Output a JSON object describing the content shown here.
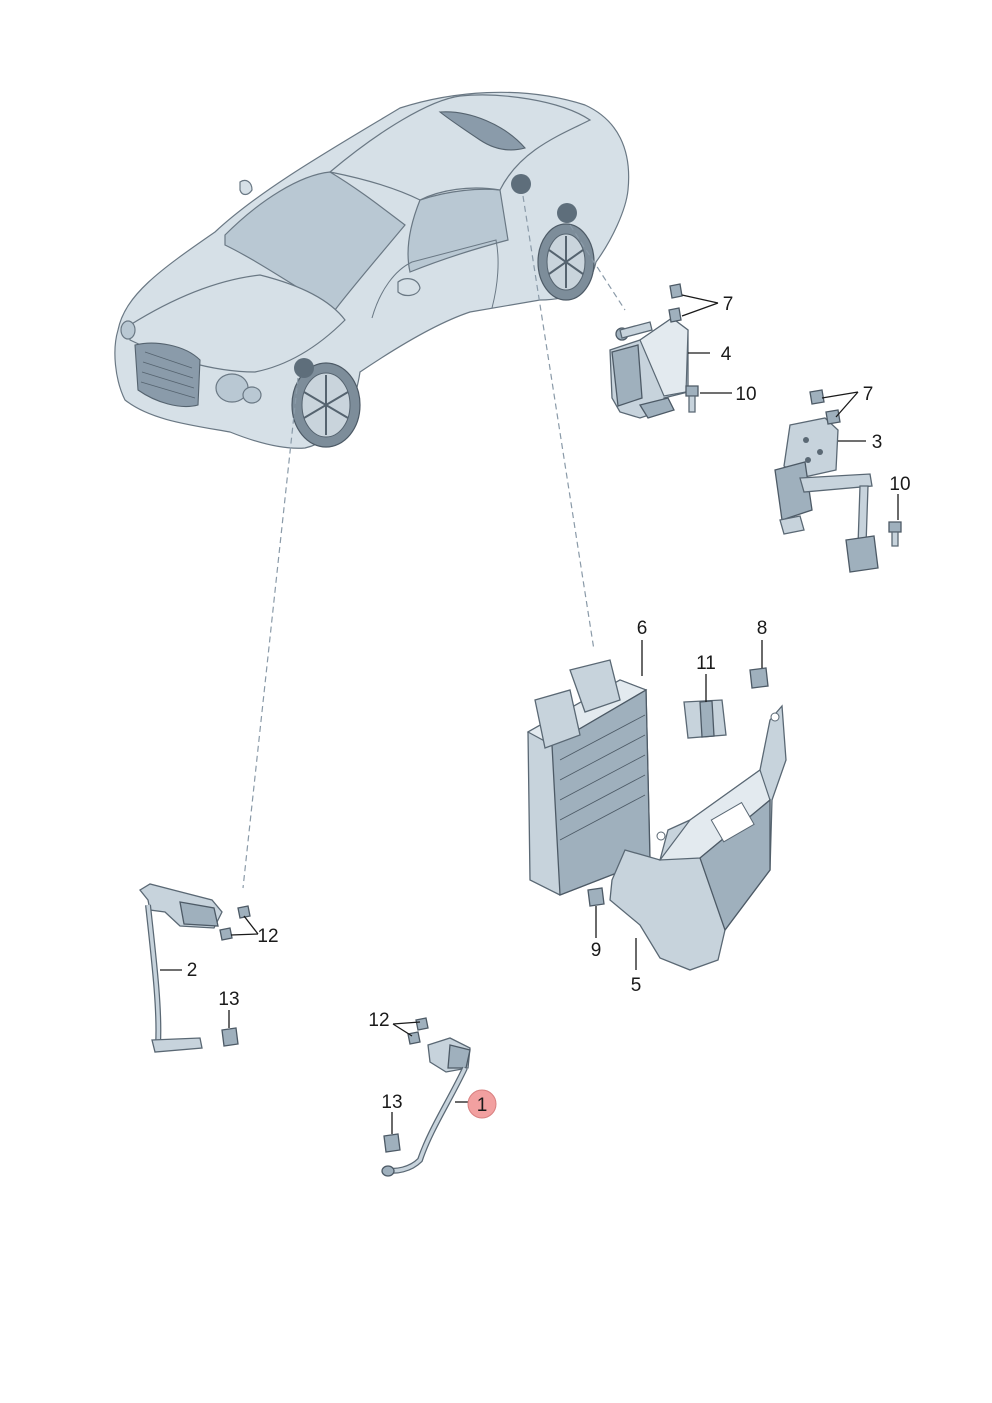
{
  "callouts": [
    {
      "id": "c1",
      "text": "1",
      "highlight": true
    },
    {
      "id": "c2",
      "text": "2"
    },
    {
      "id": "c3",
      "text": "3"
    },
    {
      "id": "c4",
      "text": "4"
    },
    {
      "id": "c5",
      "text": "5"
    },
    {
      "id": "c6",
      "text": "6"
    },
    {
      "id": "c7a",
      "text": "7"
    },
    {
      "id": "c7b",
      "text": "7"
    },
    {
      "id": "c8",
      "text": "8"
    },
    {
      "id": "c9",
      "text": "9"
    },
    {
      "id": "c10a",
      "text": "10"
    },
    {
      "id": "c10b",
      "text": "10"
    },
    {
      "id": "c11",
      "text": "11"
    },
    {
      "id": "c12a",
      "text": "12"
    },
    {
      "id": "c12b",
      "text": "12"
    },
    {
      "id": "c13a",
      "text": "13"
    },
    {
      "id": "c13b",
      "text": "13"
    }
  ],
  "colors": {
    "part_fill": "#c7d3dc",
    "part_stroke": "#5a6874",
    "highlight_circle": "#f2a0a0",
    "label_text": "#1a1a1a",
    "dashed_leader": "#8a9aa8"
  }
}
